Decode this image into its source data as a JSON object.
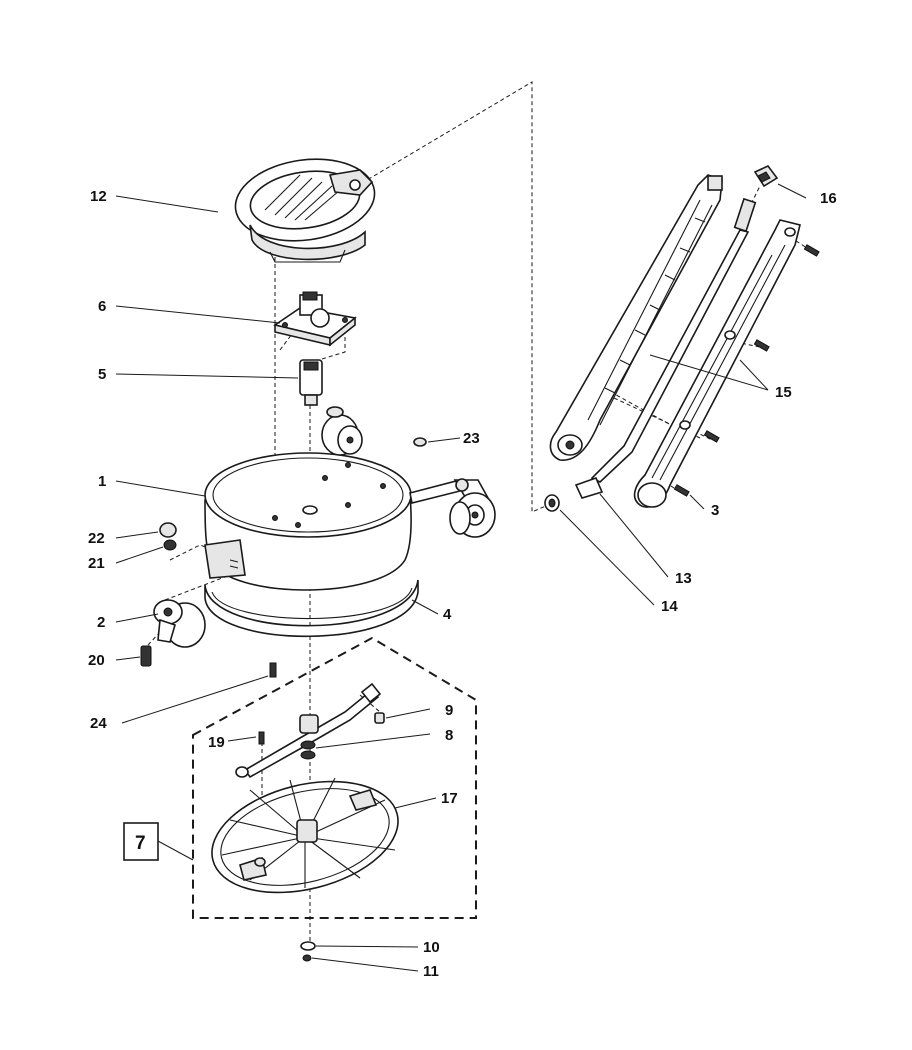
{
  "callouts": {
    "c1": "1",
    "c2": "2",
    "c3": "3",
    "c4": "4",
    "c5": "5",
    "c6": "6",
    "c7": "7",
    "c8": "8",
    "c9": "9",
    "c10": "10",
    "c11": "11",
    "c12": "12",
    "c13": "13",
    "c14": "14",
    "c15": "15",
    "c16": "16",
    "c17": "17",
    "c19": "19",
    "c20": "20",
    "c21": "21",
    "c22": "22",
    "c23": "23",
    "c24": "24"
  },
  "colors": {
    "ink": "#1a1a1a",
    "paper": "#ffffff",
    "shade": "#e6e6e6"
  }
}
